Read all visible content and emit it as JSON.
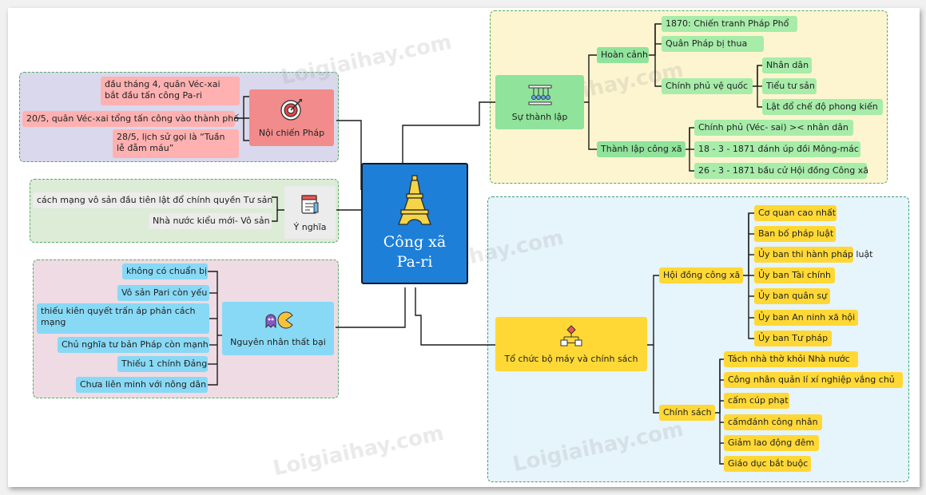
{
  "center": {
    "title_line1": "Công xã",
    "title_line2": "Pa-ri"
  },
  "watermark": "Loigiaihay.com",
  "colors": {
    "center": "#1d7fd8",
    "connector": "#1a1a1a",
    "accent_red": "#f28b8b",
    "accent_blue": "#88d9f5",
    "accent_green": "#8fe39a",
    "accent_yellow": "#ffd836"
  },
  "noi_chien": {
    "label": "Nội chiến Pháp",
    "icon": "target-icon",
    "items": [
      "đầu tháng 4, quân Véc-xai bắt đầu tấn công Pa-ri",
      "20/5, quân Véc-xai tổng tấn công vào thành phố",
      "28/5, lịch sử gọi là “Tuần lễ đẫm máu”"
    ]
  },
  "y_nghia": {
    "label": "Ý nghĩa",
    "icon": "notebook-icon",
    "items": [
      "cách mạng vô sản đầu tiên lật đổ chính quyền Tư sản",
      "Nhà nước kiểu mới- Vô sản"
    ]
  },
  "nguyen_nhan": {
    "label": "Nguyên nhân thất bại",
    "icon": "pacman-icon",
    "items": [
      "không có chuẩn bị",
      "Vô sản Pari còn yếu",
      "thiếu kiên quyết trấn áp phản cách mạng",
      "Chủ nghĩa tư bản Pháp còn mạnh",
      "Thiếu 1 chính Đảng",
      "Chưa liên minh với nông dân"
    ]
  },
  "thanh_lap": {
    "label": "Sự thành lập",
    "icon": "newtons-cradle-icon",
    "hoan_canh": {
      "label": "Hoàn cảnh",
      "items": [
        "1870: Chiến tranh Pháp Phổ",
        "Quân Pháp bị thua"
      ],
      "chinh_phu": {
        "label": "Chính phủ vệ quốc",
        "items": [
          "Nhân dân",
          "Tiểu tư sản",
          "Lật đổ chế độ phong kiến"
        ]
      }
    },
    "cong_xa": {
      "label": "Thành lập công xã",
      "items": [
        "Chính phủ (Véc- sai) >< nhân dân",
        "18 - 3 - 1871 đánh úp đồi Mông-mác",
        "26 - 3 - 1871 bầu cử Hội đồng Công xã"
      ]
    }
  },
  "to_chuc": {
    "label": "Tổ chức bộ máy và chính sách",
    "icon": "flowchart-icon",
    "hoi_dong": {
      "label": "Hội đồng công xã",
      "items": [
        "Cơ quan cao nhất",
        "Ban bố pháp luật",
        "Ủy ban thi hành pháp luật",
        "Ủy ban Tài chính",
        "Ủy ban quân sự",
        "Ủy ban An ninh xã hội",
        "Ủy ban Tư pháp"
      ]
    },
    "chinh_sach": {
      "label": "Chính sách",
      "items": [
        "Tách nhà thờ khỏi Nhà nước",
        "Công nhân quản lí xí nghiệp vắng chủ",
        "cấm cúp phạt",
        "cấmđánh công nhân",
        "Giảm lao động đêm",
        "Giáo dục bắt buộc"
      ]
    }
  }
}
